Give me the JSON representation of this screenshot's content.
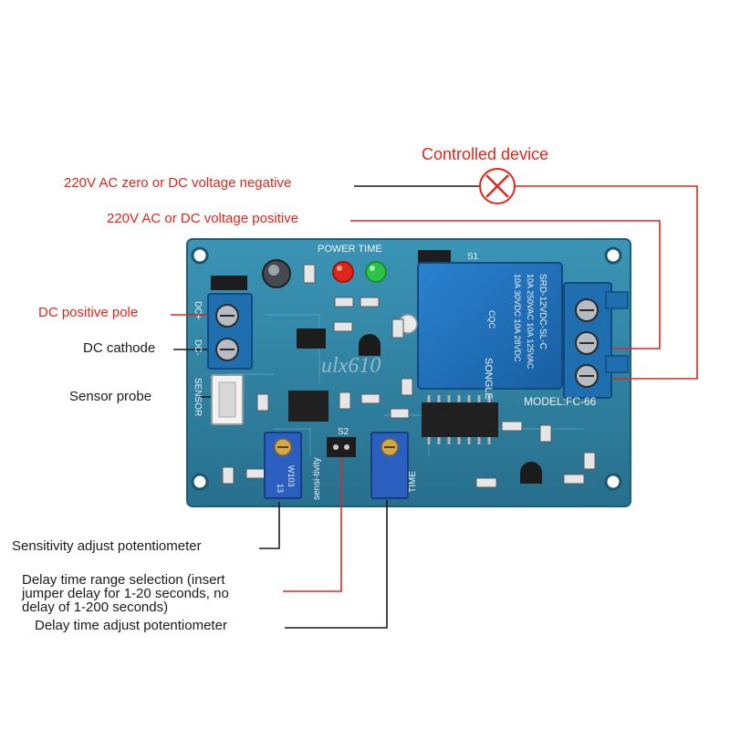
{
  "title": "Controlled device",
  "callouts": {
    "ac_negative": "220V AC zero or DC voltage negative",
    "ac_positive": "220V AC or DC voltage positive",
    "dc_positive": "DC positive pole",
    "dc_cathode": "DC cathode",
    "sensor_probe": "Sensor probe",
    "sensitivity_pot": "Sensitivity adjust potentiometer",
    "delay_range_lines": [
      "Delay time range selection (insert",
      "jumper delay for 1-20 seconds, no",
      "delay of 1-200 seconds)"
    ],
    "delay_pot": "Delay time adjust potentiometer"
  },
  "board_text": {
    "power_time": "POWER TIME",
    "s1": "S1",
    "s2": "S2",
    "dc_plus": "DC+",
    "dc_minus": "DC-",
    "sensor": "SENSOR",
    "model": "MODEL:FC-66",
    "relay_lines": [
      "SRD-12VDC-SL-C",
      "10A 250VAC 10A 125VAC",
      "10A 30VDC 10A 28VDC"
    ],
    "relay_brand": "SONGLE",
    "relay_cqc": "CQC",
    "pot_code": "W103",
    "pot_13": "13",
    "sensitivity": "sensi-tivity",
    "time": "TIME",
    "watermark": "ulx610"
  },
  "colors": {
    "red": "#e0261b",
    "board": "#2f86a6",
    "terminal": "#1f6fb0",
    "led_power": "#e0251b",
    "led_time": "#2fc24a"
  }
}
